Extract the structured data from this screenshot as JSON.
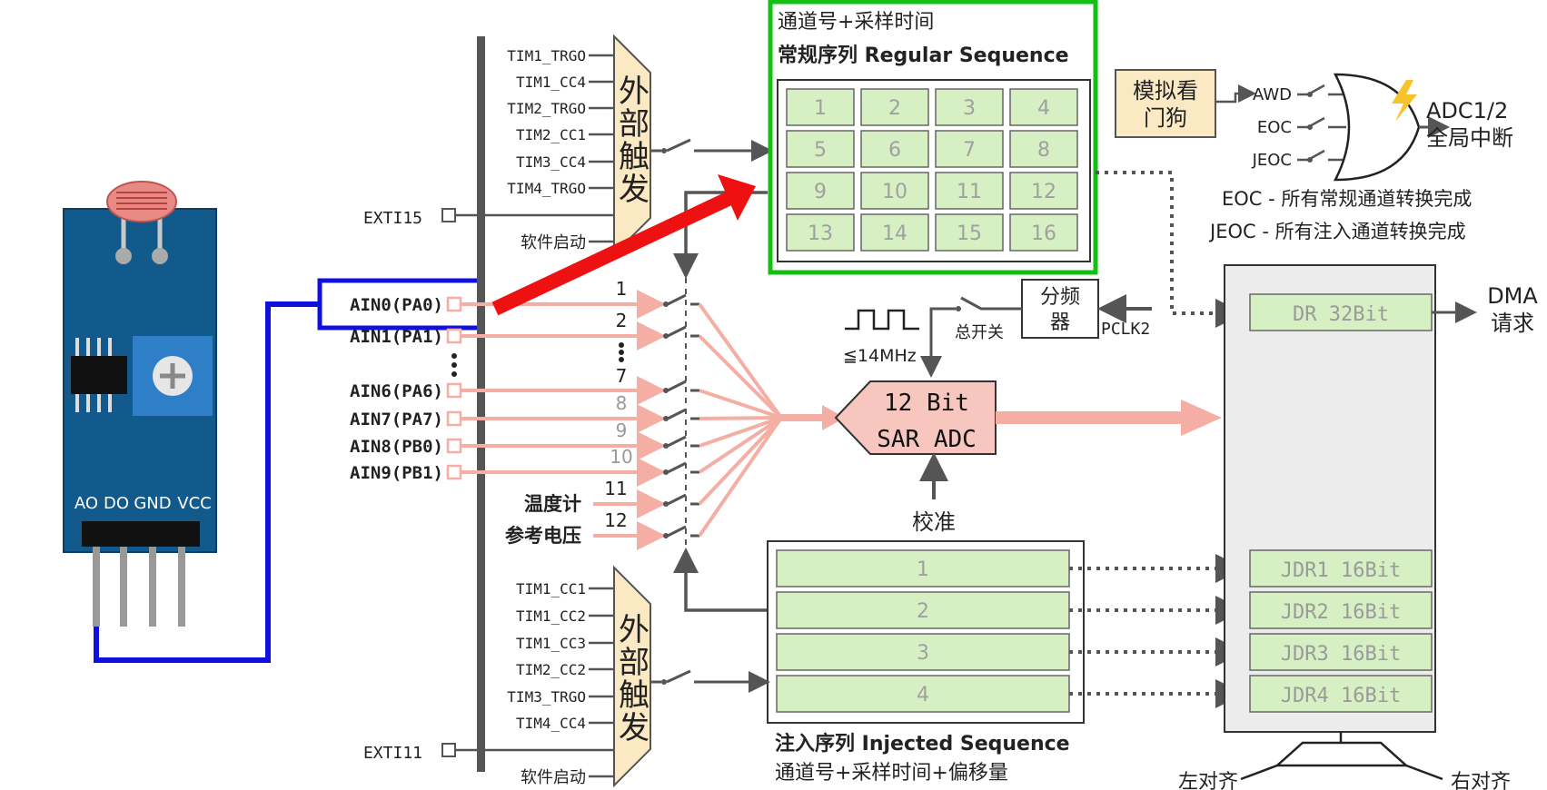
{
  "module": {
    "pins": [
      "AO",
      "DO",
      "GND",
      "VCC"
    ]
  },
  "regular_trigger": {
    "sources": [
      "TIM1_TRGO",
      "TIM1_CC4",
      "TIM2_TRGO",
      "TIM2_CC1",
      "TIM3_CC4",
      "TIM4_TRGO"
    ],
    "exti": "EXTI15",
    "software": "软件启动",
    "mux_label": [
      "外",
      "部",
      "触",
      "发"
    ]
  },
  "injected_trigger": {
    "sources": [
      "TIM1_CC1",
      "TIM1_CC2",
      "TIM1_CC3",
      "TIM2_CC2",
      "TIM3_TRGO",
      "TIM4_CC4"
    ],
    "exti": "EXTI11",
    "software": "软件启动",
    "mux_label": [
      "外",
      "部",
      "触",
      "发"
    ]
  },
  "inputs": {
    "ain0": "AIN0(PA0)",
    "ain1": "AIN1(PA1)",
    "ain6": "AIN6(PA6)",
    "ain7": "AIN7(PA7)",
    "ain8": "AIN8(PB0)",
    "ain9": "AIN9(PB1)",
    "temp": "温度计",
    "vref": "参考电压"
  },
  "channel_numbers": [
    "1",
    "2",
    "7",
    "8",
    "9",
    "10",
    "11",
    "12"
  ],
  "regular_sequence": {
    "header": "通道号+采样时间",
    "title": "常规序列 Regular Sequence",
    "cells": [
      "1",
      "2",
      "3",
      "4",
      "5",
      "6",
      "7",
      "8",
      "9",
      "10",
      "11",
      "12",
      "13",
      "14",
      "15",
      "16"
    ]
  },
  "injected_sequence": {
    "cells": [
      "1",
      "2",
      "3",
      "4"
    ],
    "title": "注入序列 Injected Sequence",
    "subtitle": "通道号+采样时间+偏移量"
  },
  "watchdog": {
    "label_line1": "模拟看",
    "label_line2": "门狗"
  },
  "interrupts": {
    "awd": "AWD",
    "eoc": "EOC",
    "jeoc": "JEOC",
    "output_line1": "ADC1/2",
    "output_line2": "全局中断",
    "note_eoc": "EOC - 所有常规通道转换完成",
    "note_jeoc": "JEOC - 所有注入通道转换完成"
  },
  "clock": {
    "divider_line1": "分频",
    "divider_line2": "器",
    "pclk": "PCLK2",
    "switch_label": "总开关",
    "freq": "≦14MHz"
  },
  "adc": {
    "line1": "12 Bit",
    "line2": "SAR ADC",
    "calibrate": "校准"
  },
  "registers": {
    "dr": "DR 32Bit",
    "dma_line1": "DMA",
    "dma_line2": "请求",
    "jdr": [
      "JDR1 16Bit",
      "JDR2 16Bit",
      "JDR3 16Bit",
      "JDR4 16Bit"
    ],
    "align_left": "左对齐",
    "align_right": "右对齐"
  },
  "colors": {
    "pink": "#f4aea4",
    "green_border": "#11c011",
    "blue_wire": "#1010dd",
    "red_arrow": "#ee1111",
    "cell_green": "#d6f0c4",
    "trigger_fill": "#fbe9c4"
  }
}
